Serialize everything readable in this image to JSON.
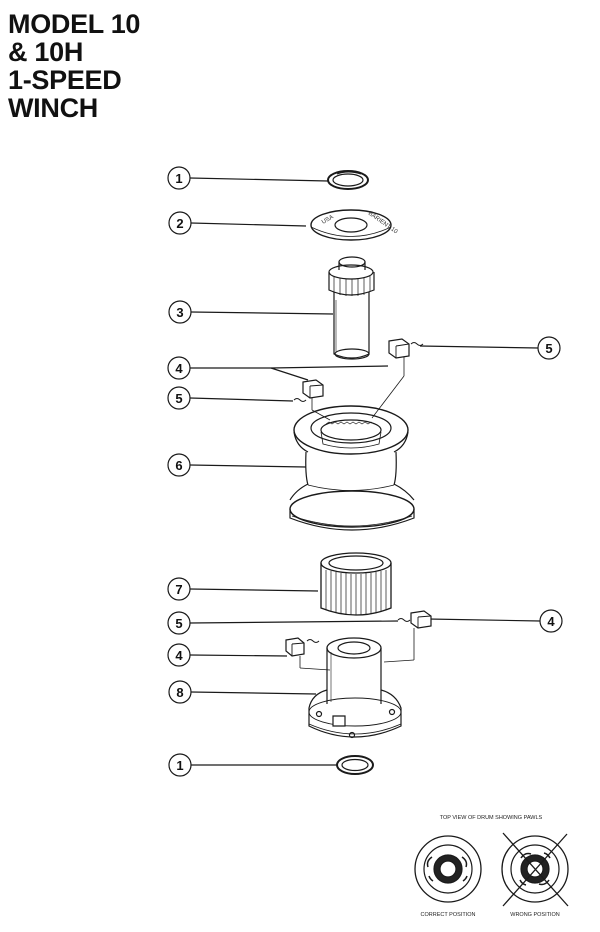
{
  "title": {
    "line1": "MODEL 10",
    "line2": "& 10H",
    "line3": "1-SPEED",
    "line4": "WINCH"
  },
  "callouts": {
    "c1a": "1",
    "c2": "2",
    "c3": "3",
    "c4a": "4",
    "c5a": "5",
    "c5b": "5",
    "c6": "6",
    "c7": "7",
    "c5c": "5",
    "c4b": "4",
    "c4c": "4",
    "c8": "8",
    "c1b": "1"
  },
  "inset": {
    "caption": "TOP VIEW OF DRUM SHOWING PAWLS",
    "correct_label": "CORRECT POSITION",
    "wrong_label": "WRONG POSITION"
  },
  "cap_text": {
    "left": "USA",
    "right": "BARIENT 10"
  }
}
